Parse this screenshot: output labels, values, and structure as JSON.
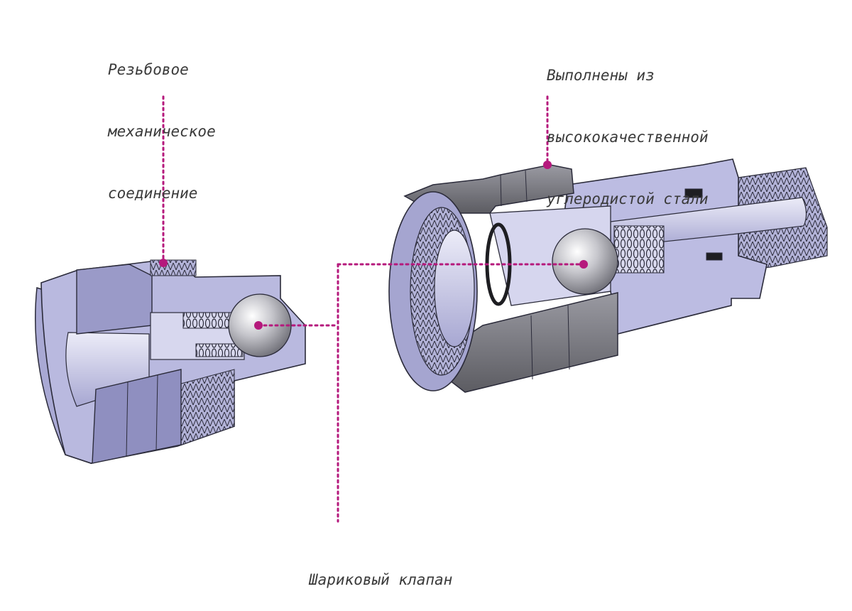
{
  "callouts": {
    "thread_line1": "Резьбовое",
    "thread_line2": "механическое",
    "thread_line3": "соединение",
    "steel_line1": "Выполнены из",
    "steel_line2": "высококачественной",
    "steel_line3": "углеродистой стали",
    "ball_valve": "Шариковый клапан"
  },
  "colors": {
    "leader": "#b5197c",
    "body_light": "#c9c9e6",
    "body_mid": "#9e9ecb",
    "body_dark": "#7b7ba8",
    "nut_gray": "#8c8c93",
    "nut_dark": "#5e5e64",
    "ball": "#bfbfc4",
    "outline": "#2b2b3a"
  }
}
